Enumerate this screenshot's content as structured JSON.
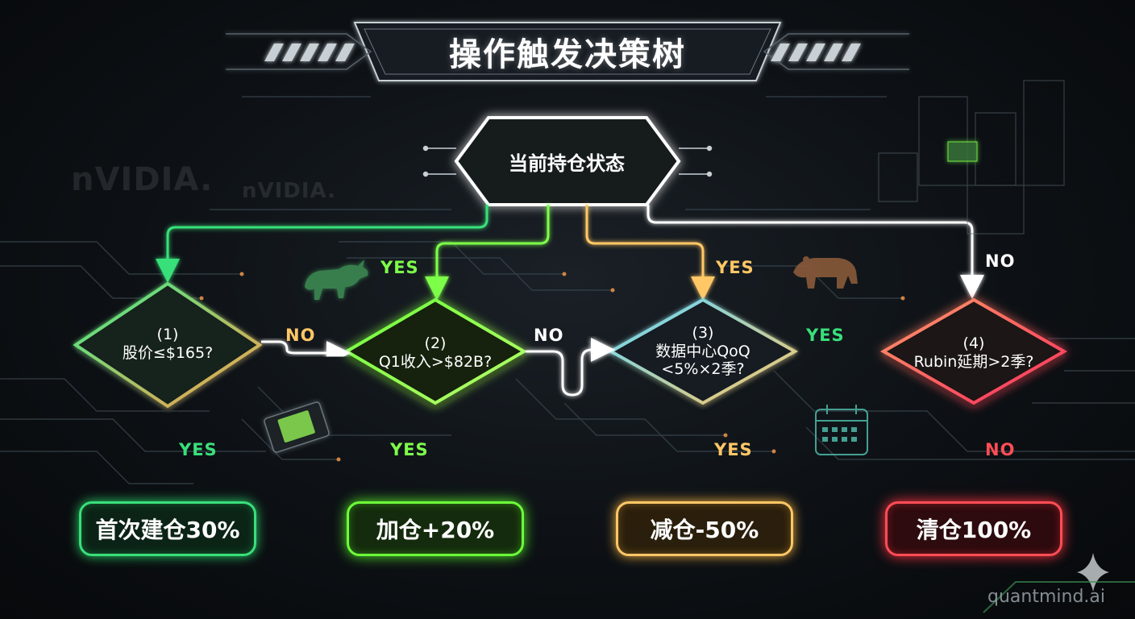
{
  "title": "操作触发决策树",
  "root": {
    "label": "当前持仓状态"
  },
  "decisions": [
    {
      "num": "(1)",
      "line1": "股价≤$165?",
      "line2": ""
    },
    {
      "num": "(2)",
      "line1": "Q1收入>$82B?",
      "line2": ""
    },
    {
      "num": "(3)",
      "line1": "数据中心QoQ",
      "line2": "<5%×2季?"
    },
    {
      "num": "(4)",
      "line1": "Rubin延期>2季?",
      "line2": ""
    }
  ],
  "edge_labels": {
    "root_to_2": "YES",
    "root_to_3": "YES",
    "root_to_4": "NO",
    "d1_no": "NO",
    "d2_no": "NO",
    "d3_yes_right": "YES",
    "d1_yes": "YES",
    "d2_yes": "YES",
    "d3_yes": "YES",
    "d4_no": "NO"
  },
  "outcomes": [
    {
      "label": "首次建仓30%",
      "color": "#38e07a"
    },
    {
      "label": "加仓+20%",
      "color": "#6dff3a"
    },
    {
      "label": "减仓-50%",
      "color": "#ffc766"
    },
    {
      "label": "清仓100%",
      "color": "#ff4d55"
    }
  ],
  "background_logos": [
    "nVIDIA.",
    "nVIDIA."
  ],
  "watermark": "quantmind.ai",
  "colors": {
    "green": "#38e07a",
    "lime": "#6dff3a",
    "amber": "#ffc766",
    "red": "#ff4d55",
    "white": "#ffffff"
  },
  "icons": [
    "bull-icon",
    "bear-icon",
    "chip-icon",
    "calendar-icon",
    "sparkle-icon"
  ]
}
